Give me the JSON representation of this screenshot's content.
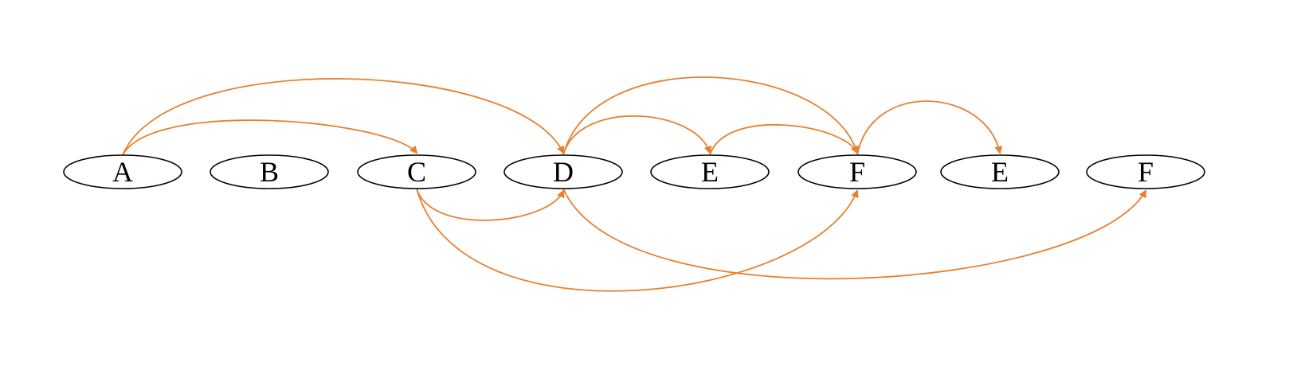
{
  "diagram": {
    "edge_color": "#E8802E",
    "node_stroke": "#000000",
    "nodes": [
      {
        "id": "n1",
        "label": "A"
      },
      {
        "id": "n2",
        "label": "B"
      },
      {
        "id": "n3",
        "label": "C"
      },
      {
        "id": "n4",
        "label": "D"
      },
      {
        "id": "n5",
        "label": "E"
      },
      {
        "id": "n6",
        "label": "F"
      },
      {
        "id": "n7",
        "label": "E"
      },
      {
        "id": "n8",
        "label": "F"
      }
    ],
    "edges": [
      {
        "from": "n1",
        "to": "n3"
      },
      {
        "from": "n1",
        "to": "n4"
      },
      {
        "from": "n4",
        "to": "n5"
      },
      {
        "from": "n4",
        "to": "n6"
      },
      {
        "from": "n5",
        "to": "n6"
      },
      {
        "from": "n6",
        "to": "n7"
      },
      {
        "from": "n3",
        "to": "n4"
      },
      {
        "from": "n3",
        "to": "n6"
      },
      {
        "from": "n4",
        "to": "n8"
      }
    ]
  }
}
